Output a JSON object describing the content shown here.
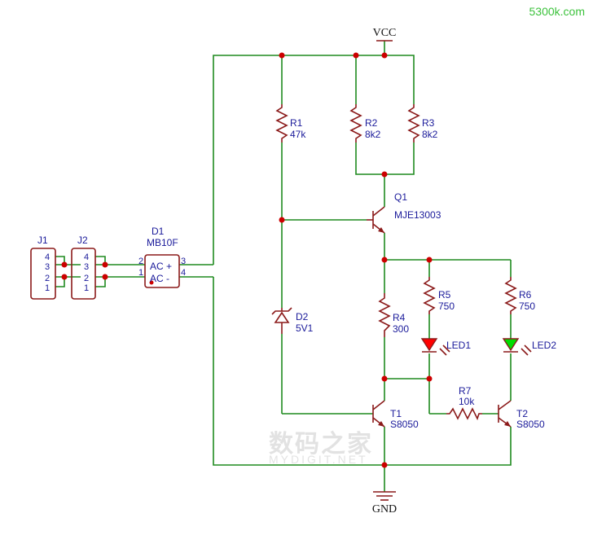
{
  "watermark": "5300k.com",
  "watermark_cn": "数码之家",
  "watermark_en": "MYDIGIT.NET",
  "rails": {
    "vcc": "VCC",
    "gnd": "GND"
  },
  "components": {
    "J1": {
      "ref": "J1",
      "pins": [
        "4",
        "3",
        "2",
        "1"
      ]
    },
    "J2": {
      "ref": "J2",
      "pins": [
        "4",
        "3",
        "2",
        "1"
      ]
    },
    "D1": {
      "ref": "D1",
      "value": "MB10F",
      "pin_labels": [
        "2",
        "1",
        "3",
        "4"
      ],
      "ac_plus": "AC +",
      "ac_minus": "AC  -"
    },
    "R1": {
      "ref": "R1",
      "value": "47k"
    },
    "R2": {
      "ref": "R2",
      "value": "8k2"
    },
    "R3": {
      "ref": "R3",
      "value": "8k2"
    },
    "Q1": {
      "ref": "Q1",
      "value": "MJE13003"
    },
    "R4": {
      "ref": "R4",
      "value": "300"
    },
    "R5": {
      "ref": "R5",
      "value": "750"
    },
    "R6": {
      "ref": "R6",
      "value": "750"
    },
    "LED1": {
      "ref": "LED1",
      "color": "#ff0000"
    },
    "LED2": {
      "ref": "LED2",
      "color": "#00dd00"
    },
    "D2": {
      "ref": "D2",
      "value": "5V1"
    },
    "R7": {
      "ref": "R7",
      "value": "10k"
    },
    "T1": {
      "ref": "T1",
      "value": "S8050"
    },
    "T2": {
      "ref": "T2",
      "value": "S8050"
    }
  },
  "colors": {
    "wire": "#1f8a1f",
    "component": "#8b1a1a",
    "label": "#1a1a9a",
    "junction": "#cc0000"
  }
}
